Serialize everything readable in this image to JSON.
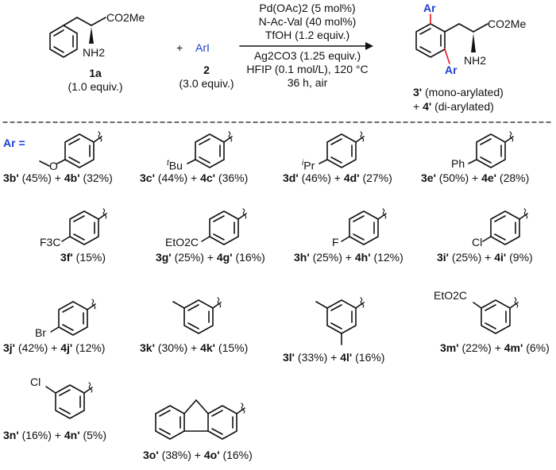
{
  "reactant": {
    "co2me": "CO2Me",
    "nh2": "NH2",
    "label": "1a",
    "equiv": "(1.0 equiv.)"
  },
  "plus": "+",
  "reagent": {
    "formula": "ArI",
    "label": "2",
    "equiv": "(3.0 equiv.)"
  },
  "conditions": {
    "line1": "Pd(OAc)2 (5 mol%)",
    "line2": "N-Ac-Val (40 mol%)",
    "line3": "TfOH (1.2 equiv.)",
    "line4": "Ag2CO3 (1.25 equiv.)",
    "line5": "HFIP (0.1 mol/L), 120 °C",
    "line6": "36 h, air"
  },
  "product": {
    "ar_top": "Ar",
    "ar_bottom": "Ar",
    "co2me": "CO2Me",
    "nh2": "NH2",
    "mono_label": "3'",
    "mono_text": "(mono-arylated)",
    "di_prefix": "+",
    "di_label": "4'",
    "di_text": "(di-arylated)"
  },
  "ar_equals": "Ar =",
  "colors": {
    "ar_blue": "#1f3fd1",
    "bond_red": "#e0191f",
    "ink": "#111111"
  },
  "substituents": {
    "ome": "O",
    "tbu_sup": "t",
    "tbu": "Bu",
    "ipr_sup": "i",
    "ipr": "Pr",
    "ph": "Ph",
    "cf3": "F3C",
    "etoco": "EtO2C",
    "f": "F",
    "cl": "Cl",
    "br": "Br",
    "etoco2": "EtO2C",
    "cl2": "Cl"
  },
  "entries": [
    {
      "id": "b",
      "text": "3b' (45%) + 4b' (32%)"
    },
    {
      "id": "c",
      "text": "3c' (44%) + 4c' (36%)"
    },
    {
      "id": "d",
      "text": "3d' (46%) + 4d' (27%)"
    },
    {
      "id": "e",
      "text": "3e' (50%) + 4e' (28%)"
    },
    {
      "id": "f",
      "text": "3f' (15%)"
    },
    {
      "id": "g",
      "text": "3g' (25%) + 4g' (16%)"
    },
    {
      "id": "h",
      "text": "3h' (25%) + 4h' (12%)"
    },
    {
      "id": "i",
      "text": "3i' (25%) + 4i' (9%)"
    },
    {
      "id": "j",
      "text": "3j' (42%) + 4j' (12%)"
    },
    {
      "id": "k",
      "text": "3k' (30%) + 4k' (15%)"
    },
    {
      "id": "l",
      "text": "3l' (33%) + 4l' (16%)"
    },
    {
      "id": "m",
      "text": "3m' (22%) + 4m' (6%)"
    },
    {
      "id": "n",
      "text": "3n' (16%) + 4n' (5%)"
    },
    {
      "id": "o",
      "text": "3o' (38%) + 4o' (16%)"
    }
  ]
}
